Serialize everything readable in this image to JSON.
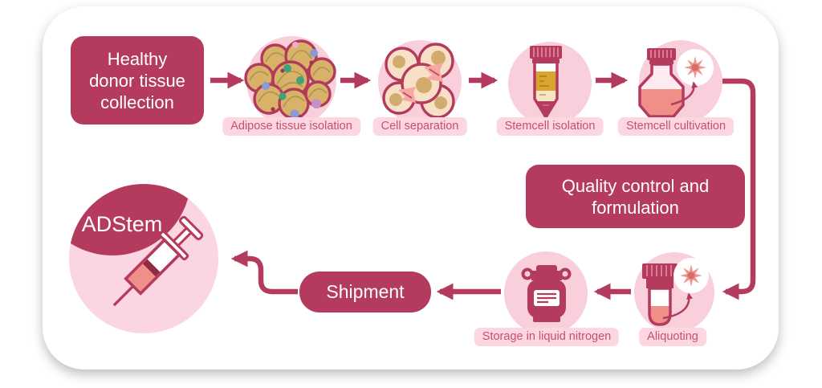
{
  "boxes": {
    "healthy": {
      "lines": [
        "Healthy",
        "donor tissue",
        "collection"
      ]
    },
    "quality": {
      "lines": [
        "Quality control and",
        "formulation"
      ]
    },
    "shipment": {
      "label": "Shipment"
    },
    "adstem": {
      "label": "ADStem"
    }
  },
  "step_labels": {
    "adipose": "Adipose tissue isolation",
    "cell_separation": "Cell separation",
    "stemcell_isolation": "Stemcell isolation",
    "stemcell_cultivation": "Stemcell cultivation",
    "aliquoting": "Aliquoting",
    "storage": "Storage in liquid nitrogen"
  },
  "icons": {
    "adipose": "adipose-tissue-cells-icon",
    "cell_separation": "separating-cells-icon",
    "stemcell_isolation": "centrifuge-tube-icon",
    "stemcell_cultivation": "culture-flask-icon",
    "stem_cell": "stem-cell-star-icon",
    "aliquoting": "cryovial-icon",
    "storage": "liquid-nitrogen-tank-icon",
    "adstem": "syringe-icon"
  },
  "colors": {
    "primary": "#b43b5d",
    "deep_crimson": "#8e2c44",
    "circle_bg": "#f9cfdc",
    "chip_bg": "#fcd7e2",
    "chip_text": "#c5506f",
    "adipocyte": "#d8b269",
    "cell_body": "#f8e0c8",
    "nucleus": "#d0ad6e",
    "amber": "#d9a52f",
    "cream": "#f6e7c3",
    "salmon_liquid": "#ef8f88",
    "star_cell": "#ef958d",
    "green_dot": "#3ea37a",
    "periwinkle_dot": "#8d99d7",
    "plum_dot": "#c68fc8"
  }
}
